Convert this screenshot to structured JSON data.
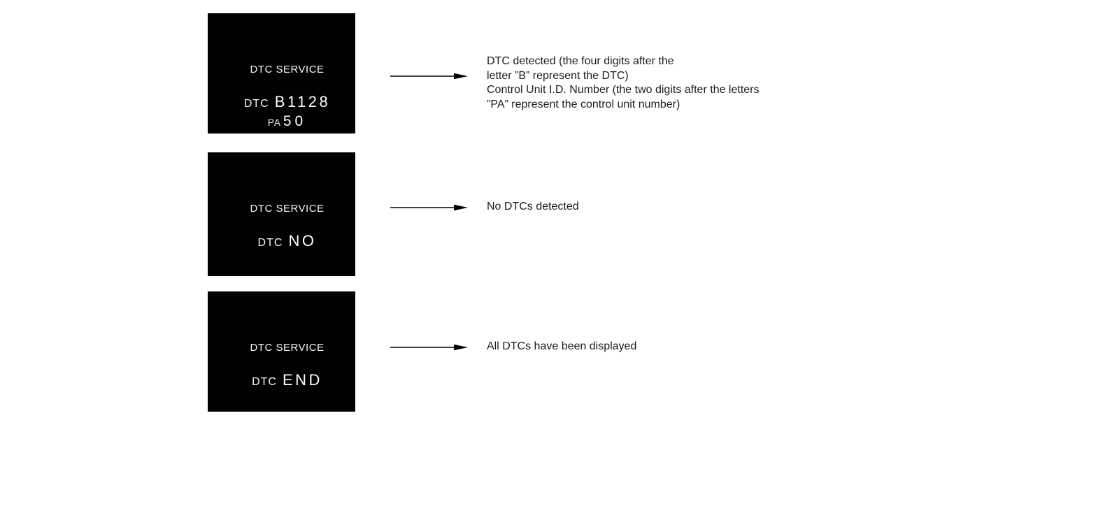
{
  "screens": [
    {
      "header": "DTC SERVICE",
      "code_prefix": "DTC",
      "code": "B1128",
      "sub_prefix": "PA",
      "sub_code": "50"
    },
    {
      "header": "DTC SERVICE",
      "code_prefix": "DTC",
      "code": "NO"
    },
    {
      "header": "DTC SERVICE",
      "code_prefix": "DTC",
      "code": "END"
    }
  ],
  "annotations": [
    {
      "lines": [
        "DTC detected (the four digits after the",
        "letter ”B” represent the DTC)",
        "Control Unit I.D. Number (the two digits after the letters",
        "”PA” represent the control unit number)"
      ]
    },
    {
      "lines": [
        "No DTCs detected"
      ]
    },
    {
      "lines": [
        "All DTCs have been displayed"
      ]
    }
  ],
  "colors": {
    "screen_background": "#010101",
    "screen_text": "#ffffff",
    "annotation_text": "#1c1c1c",
    "page_background": "#ffffff"
  }
}
